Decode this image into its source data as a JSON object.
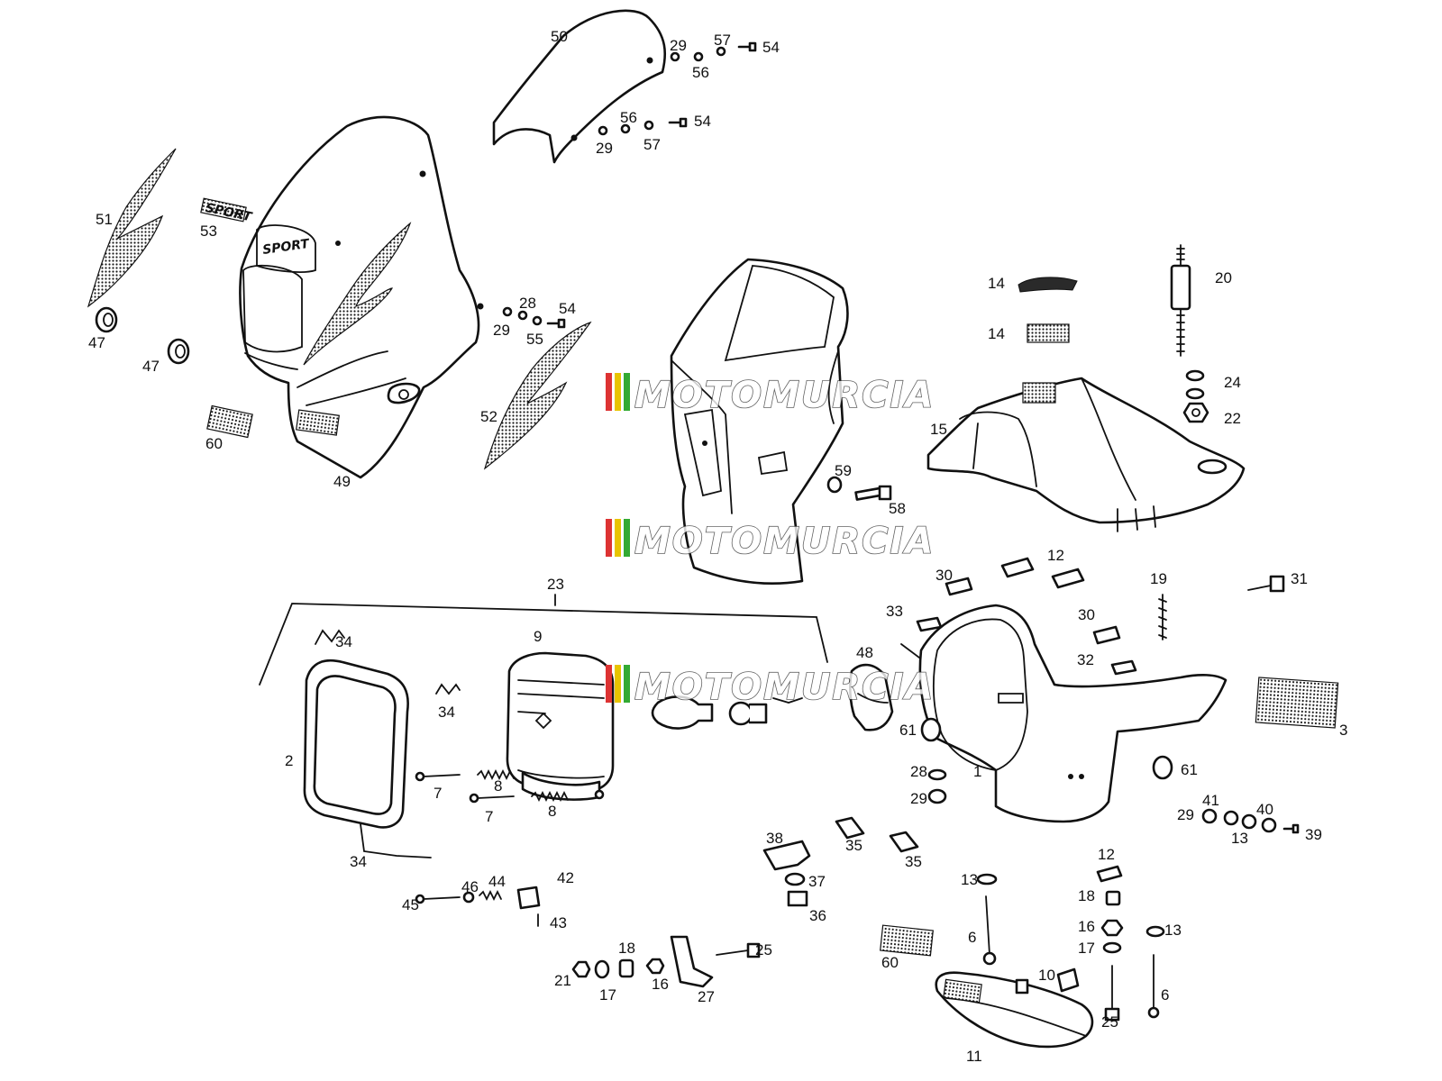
{
  "labels": {
    "n1": "1",
    "n2": "2",
    "n3": "3",
    "n6a": "6",
    "n6b": "6",
    "n7a": "7",
    "n7b": "7",
    "n8a": "8",
    "n8b": "8",
    "n9": "9",
    "n10": "10",
    "n11": "11",
    "n12a": "12",
    "n12b": "12",
    "n13a": "13",
    "n13b": "13",
    "n13c": "13",
    "n14a": "14",
    "n14b": "14",
    "n15": "15",
    "n16a": "16",
    "n16b": "16",
    "n17a": "17",
    "n17b": "17",
    "n18a": "18",
    "n18b": "18",
    "n19": "19",
    "n20": "20",
    "n21": "21",
    "n22": "22",
    "n23": "23",
    "n24": "24",
    "n25a": "25",
    "n25b": "25",
    "n27": "27",
    "n28a": "28",
    "n28b": "28",
    "n29a": "29",
    "n29b": "29",
    "n29c": "29",
    "n29d": "29",
    "n29e": "29",
    "n30a": "30",
    "n30b": "30",
    "n31": "31",
    "n32": "32",
    "n33": "33",
    "n34a": "34",
    "n34b": "34",
    "n34c": "34",
    "n35a": "35",
    "n35b": "35",
    "n36": "36",
    "n37": "37",
    "n38": "38",
    "n39": "39",
    "n40": "40",
    "n41": "41",
    "n42": "42",
    "n43": "43",
    "n44": "44",
    "n45": "45",
    "n46": "46",
    "n47a": "47",
    "n47b": "47",
    "n48": "48",
    "n49": "49",
    "n50": "50",
    "n51": "51",
    "n52": "52",
    "n53": "53",
    "n54a": "54",
    "n54b": "54",
    "n54c": "54",
    "n55": "55",
    "n56a": "56",
    "n56b": "56",
    "n57a": "57",
    "n57b": "57",
    "n58": "58",
    "n59": "59",
    "n60a": "60",
    "n60b": "60",
    "n61a": "61",
    "n61b": "61"
  },
  "decals": {
    "sport_fairing": "SPORT",
    "sport_emblem": "SPORT"
  },
  "watermark": {
    "text": "MOTOMURCIA"
  }
}
